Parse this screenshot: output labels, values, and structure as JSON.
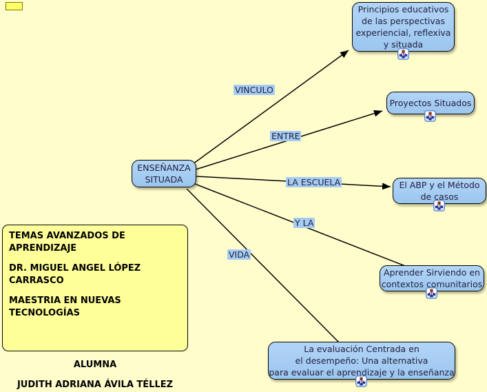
{
  "map": {
    "central": {
      "label": "ENSEÑANZA\nSITUADA"
    },
    "nodes": [
      {
        "id": "principios",
        "label": "Principios educativos\nde las perspectivas\nexperiencial, reflexiva\ny situada"
      },
      {
        "id": "proyectos",
        "label": "Proyectos Situados"
      },
      {
        "id": "abp",
        "label": "El ABP y el Método\nde casos"
      },
      {
        "id": "aprender",
        "label": "Aprender Sirviendo en\ncontextos comunitarios"
      },
      {
        "id": "evaluacion",
        "label": "La evaluación Centrada en\nel desempeño: Una alternativa\npara evaluar el aprendizaje y la enseñanza"
      }
    ],
    "links": [
      {
        "label": "VINCULO"
      },
      {
        "label": "ENTRE"
      },
      {
        "label": "LA ESCUELA"
      },
      {
        "label": "Y LA"
      },
      {
        "label": "VIDA"
      }
    ],
    "icons": {
      "resource": "concept-map-resource-icon",
      "annotation": "yellow-annotation-marker"
    }
  },
  "credits": {
    "lines": [
      "TEMAS AVANZADOS DE APRENDIZAJE",
      "DR. MIGUEL ANGEL LÓPEZ CARRASCO",
      "MAESTRIA EN NUEVAS TECNOLOGÍAS",
      "ALUMNA",
      "JUDITH ADRIANA ÁVILA TÉLLEZ"
    ]
  },
  "colors": {
    "background": "#FFFDCC",
    "node_fill": "#A6CCF2",
    "node_border": "#000000",
    "node_text": "#20203F",
    "link_label_bg": "#A6CCF2",
    "credits_bg": "#FFFF99",
    "line": "#000000"
  }
}
